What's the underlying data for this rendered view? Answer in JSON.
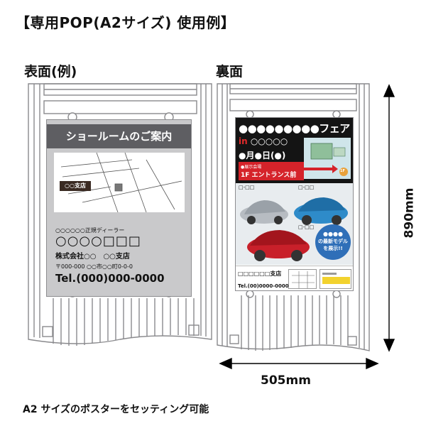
{
  "heading": "【専用POP(A2サイズ) 使用例】",
  "front_label": "表面(例)",
  "back_label": "裏面",
  "caption": "A2 サイズのポスターをセッティング可能",
  "front_poster": {
    "title": "ショールームのご案内",
    "map_tag": "○○支店",
    "dealer": "○○○○○○正規ディーラー",
    "name_squares": "○○○○□□□",
    "shop": "株式会社○○　○○支店",
    "address": "〒000-000 ○○市○○町0-0-0",
    "tel": "Tel.(000)000-0000"
  },
  "back_poster": {
    "line1": "●●●●●●●●●フェア",
    "line2_in": "in",
    "line2_place": " ○○○○○",
    "line3": "●月●日(●)",
    "venue_label": "●展示会場",
    "venue_name": "1F エントランス前",
    "floor_tag": "1F",
    "model_1": "□-□□",
    "model_2": "□-□□",
    "model_3": "□-□□",
    "badge_line1": "●●●●",
    "badge_line2": "の最新モデル",
    "badge_line3": "を展示!!",
    "footer_shop": "□□□□□□支店",
    "footer_tel": "Tel.(00)0000-0000"
  },
  "dimensions": {
    "width": "505mm",
    "height": "890mm"
  },
  "colors": {
    "frame": "#8a8a8d",
    "front_title_bg": "#5e5e62",
    "front_poster_bg": "#c9c9cb",
    "back_header_bg": "#141414",
    "accent_red": "#d5232a",
    "badge_blue": "#2f6fb8"
  }
}
